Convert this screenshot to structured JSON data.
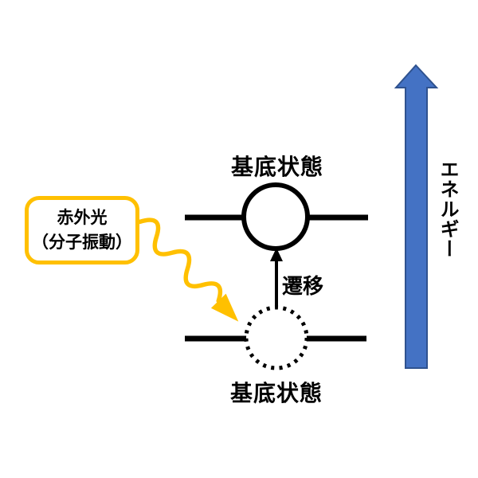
{
  "diagram": {
    "background": "#ffffff",
    "line_color": "#000000",
    "energy_axis": {
      "label": "エネルギー",
      "arrow_fill": "#4472C4",
      "arrow_stroke": "#2F528F"
    },
    "upper_level": {
      "label": "基底状態",
      "circle_style": "solid"
    },
    "lower_level": {
      "label": "基底状態",
      "circle_style": "dotted"
    },
    "transition": {
      "label": "遷移"
    },
    "infrared": {
      "label_line1": "赤外光",
      "label_line2": "（分子振動）",
      "color": "#FFC000"
    }
  }
}
